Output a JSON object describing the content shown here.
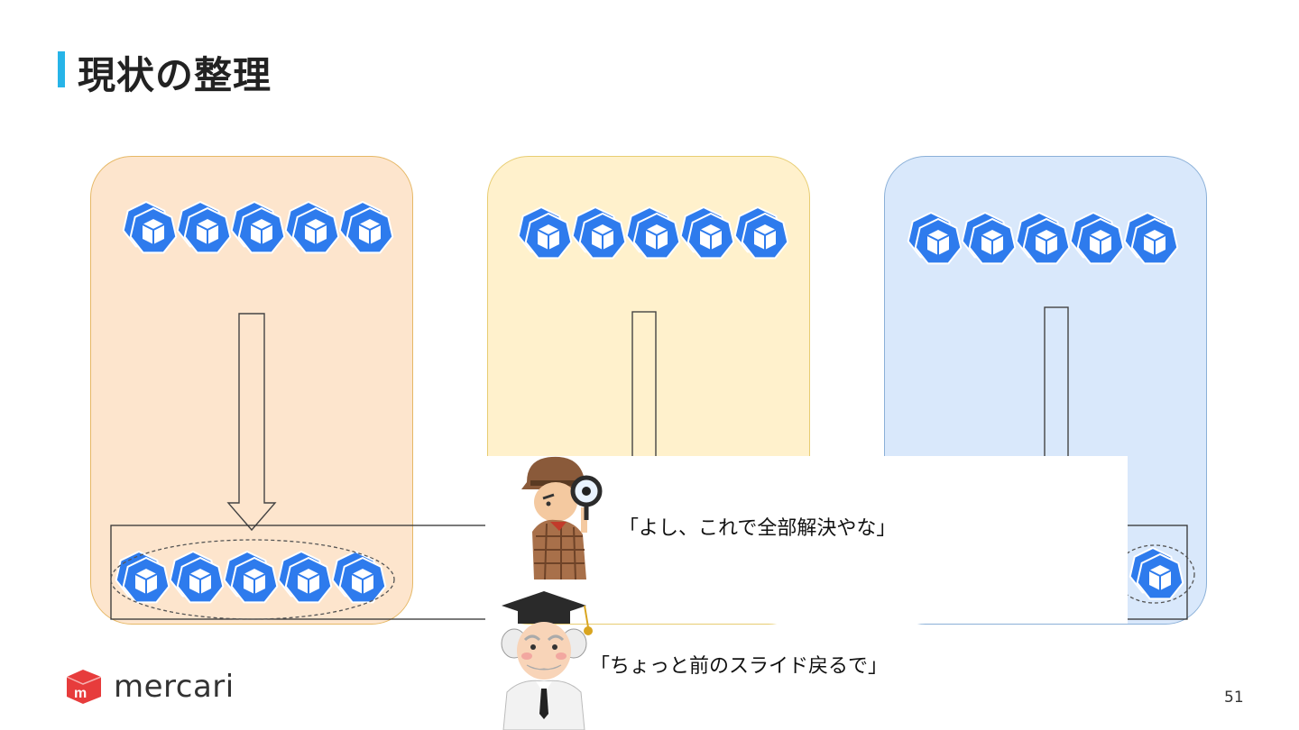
{
  "slide": {
    "title": "現状の整理",
    "page_number": "51"
  },
  "dialogue": {
    "line_1": "「よし、これで全部解決やな」",
    "line_2": "「ちょっと前のスライド戻るで」"
  },
  "logo": {
    "text": "mercari"
  },
  "colors": {
    "accent": "#27b4e8",
    "k8s_blue": "#2e7bed",
    "panel_orange": "#fde5cd",
    "panel_yellow": "#fff1cc",
    "panel_blue": "#d9e8fb",
    "logo_red": "#e73c3c"
  },
  "icons": {
    "pod": "kubernetes-pod-icon"
  }
}
